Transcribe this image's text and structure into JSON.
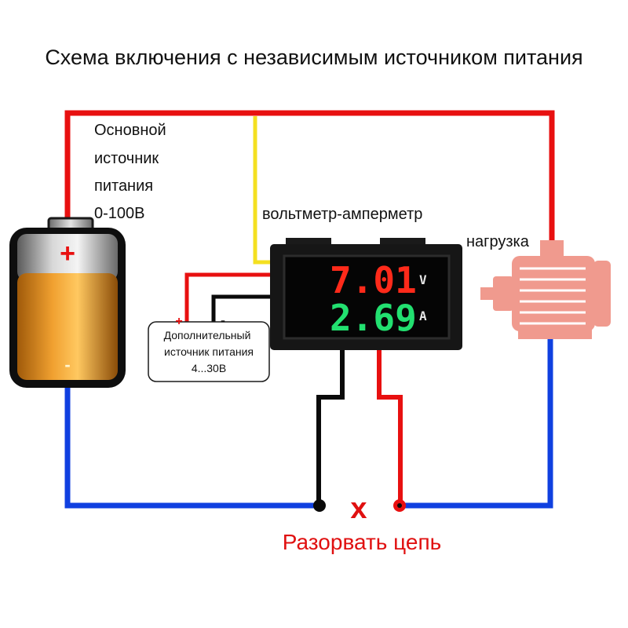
{
  "title": "Схема включения с независимым источником питания",
  "main_source": {
    "line1": "Основной",
    "line2": "источник",
    "line3": "питания",
    "line4": "0-100В",
    "plus": "+",
    "minus": "-"
  },
  "meter": {
    "label": "вольтметр-амперметр",
    "voltage": "7.01",
    "voltage_unit": "V",
    "current": "2.69",
    "current_unit": "A"
  },
  "load": {
    "label": "нагрузка"
  },
  "aux_source": {
    "line1": "Дополнительный",
    "line2": "источник питания",
    "line3": "4...30В",
    "plus": "+",
    "minus": "-"
  },
  "break": {
    "mark": "x",
    "label": "Разорвать цепь"
  },
  "colors": {
    "positive_wire": "#e81010",
    "negative_wire": "#1040e0",
    "signal_wire": "#f4e020",
    "black_wire": "#0a0a0a",
    "voltage_digits": "#ff2a1a",
    "current_digits": "#22e070",
    "motor": "#f09a8e"
  }
}
